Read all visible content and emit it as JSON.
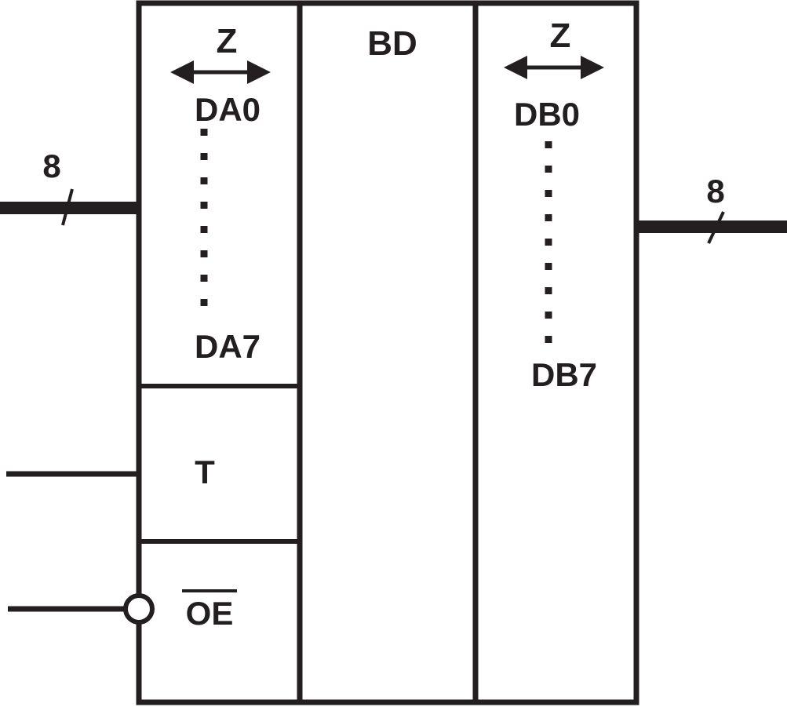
{
  "left_column": {
    "direction_label": "Z",
    "first_pin": "DA0",
    "last_pin": "DA7",
    "control_label": "T",
    "enable_label": "OE"
  },
  "center_column": {
    "function_label": "BD"
  },
  "right_column": {
    "direction_label": "Z",
    "first_pin": "DB0",
    "last_pin": "DB7"
  },
  "buses": {
    "input_width": "8",
    "output_width": "8"
  },
  "colors": {
    "stroke": "#231f20",
    "background": "#ffffff"
  }
}
